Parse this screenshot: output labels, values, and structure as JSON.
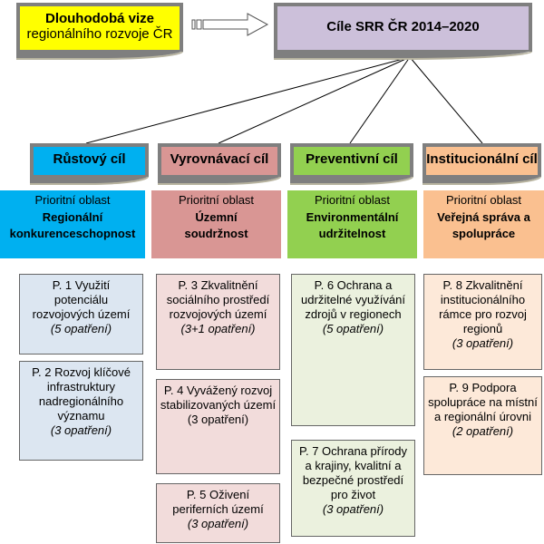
{
  "vision": {
    "line1": "Dlouhodobá vize",
    "line2": "regionálního rozvoje ČR",
    "color": "#ffff00"
  },
  "main_goal": {
    "title": "Cíle SRR ČR 2014–2020",
    "color": "#ccc0da"
  },
  "arrow": {
    "icon": "block-arrow-right"
  },
  "goals": [
    {
      "title": "Růstový cíl",
      "color": "#00b0f0",
      "area_label": "Prioritní oblast",
      "area_name_1": "Regionální",
      "area_name_2": "konkurenceschopnost",
      "area_color": "#00b0f0",
      "priorities": [
        {
          "line1": "P. 1 Využití",
          "line2": "potenciálu",
          "line3": "rozvojových území",
          "line4": "",
          "count": "(5 opatření)",
          "italic": true
        },
        {
          "line1": "P. 2 Rozvoj klíčové",
          "line2": "infrastruktury",
          "line3": "nadregionálního",
          "line4": "významu",
          "count": "(3 opatření)",
          "italic": true
        }
      ],
      "box_color": "#dce6f1"
    },
    {
      "title": "Vyrovnávací cíl",
      "color": "#d99694",
      "area_label": "Prioritní oblast",
      "area_name_1": "Územní",
      "area_name_2": "soudržnost",
      "area_color": "#d99694",
      "priorities": [
        {
          "line1": "P. 3 Zkvalitnění",
          "line2": "sociálního prostředí",
          "line3": "rozvojových území",
          "line4": "",
          "count": "(3+1 opatření)",
          "italic": true
        },
        {
          "line1": "P. 4 Vyvážený rozvoj",
          "line2": "stabilizovaných území",
          "line3": "",
          "line4": "",
          "count": "(3 opatření)",
          "italic": false
        },
        {
          "line1": "P. 5 Oživení",
          "line2": "periferních území",
          "line3": "",
          "line4": "",
          "count": "(3 opatření)",
          "italic": true
        }
      ],
      "box_color": "#f2dcdb"
    },
    {
      "title": "Preventivní cíl",
      "color": "#92d050",
      "area_label": "Prioritní oblast",
      "area_name_1": "Environmentální",
      "area_name_2": "udržitelnost",
      "area_color": "#92d050",
      "priorities": [
        {
          "line1": "P. 6 Ochrana a",
          "line2": "udržitelné využívání",
          "line3": "zdrojů v regionech",
          "line4": "",
          "count": "(5 opatření)",
          "italic": true
        },
        {
          "line1": "P. 7 Ochrana přírody",
          "line2": "a krajiny, kvalitní a",
          "line3": "bezpečné prostředí",
          "line4": "pro život",
          "count": "(3 opatření)",
          "italic": true
        }
      ],
      "box_color": "#ebf1de"
    },
    {
      "title": "Institucionální cíl",
      "color": "#fac090",
      "area_label": "Prioritní oblast",
      "area_name_1": "Veřejná správa a",
      "area_name_2": "spolupráce",
      "area_color": "#fac090",
      "priorities": [
        {
          "line1": "P. 8 Zkvalitnění",
          "line2": "institucionálního",
          "line3": "rámce pro rozvoj",
          "line4": "regionů",
          "count": "(3 opatření)",
          "italic": true
        },
        {
          "line1": "P. 9 Podpora",
          "line2": "spolupráce na místní",
          "line3": "a regionální úrovni",
          "line4": "",
          "count": "(2 opatření)",
          "italic": true
        }
      ],
      "box_color": "#fde9d9"
    }
  ]
}
